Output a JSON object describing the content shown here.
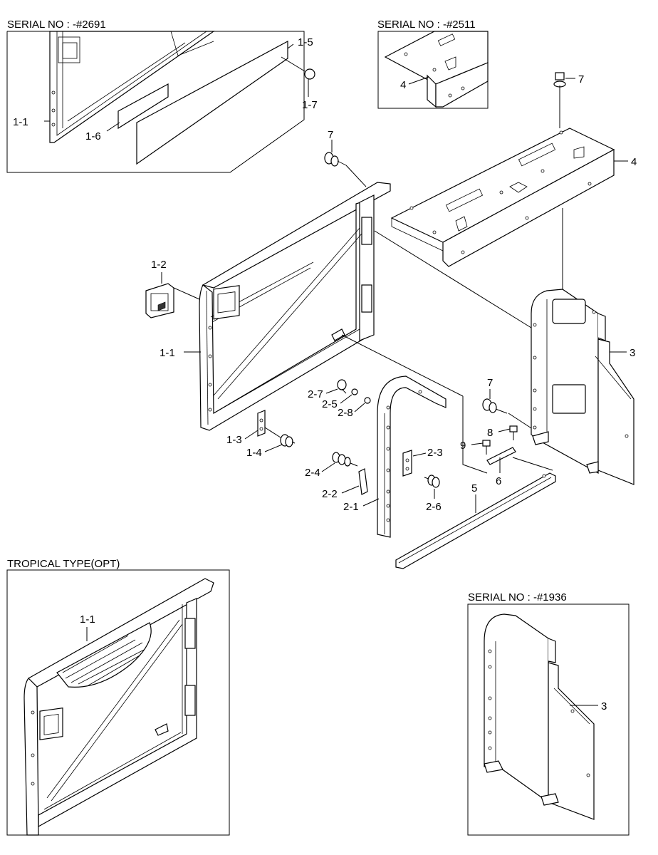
{
  "insets": {
    "serial_2691": "SERIAL NO : -#2691",
    "serial_2511": "SERIAL NO : -#2511",
    "tropical": "TROPICAL TYPE(OPT)",
    "serial_1936": "SERIAL NO : -#1936"
  },
  "callouts": {
    "c_1_5": "1-5",
    "c_1_7": "1-7",
    "c_1_1_a": "1-1",
    "c_1_6": "1-6",
    "c_4_a": "4",
    "c_7_a": "7",
    "c_7_b": "7",
    "c_4_b": "4",
    "c_1_2": "1-2",
    "c_1_1_b": "1-1",
    "c_3_a": "3",
    "c_2_7": "2-7",
    "c_2_5": "2-5",
    "c_2_8": "2-8",
    "c_7_c": "7",
    "c_8": "8",
    "c_9": "9",
    "c_1_3": "1-3",
    "c_1_4": "1-4",
    "c_2_3": "2-3",
    "c_2_4": "2-4",
    "c_6": "6",
    "c_2_2": "2-2",
    "c_5": "5",
    "c_2_1": "2-1",
    "c_2_6": "2-6",
    "c_1_1_c": "1-1",
    "c_3_b": "3"
  }
}
